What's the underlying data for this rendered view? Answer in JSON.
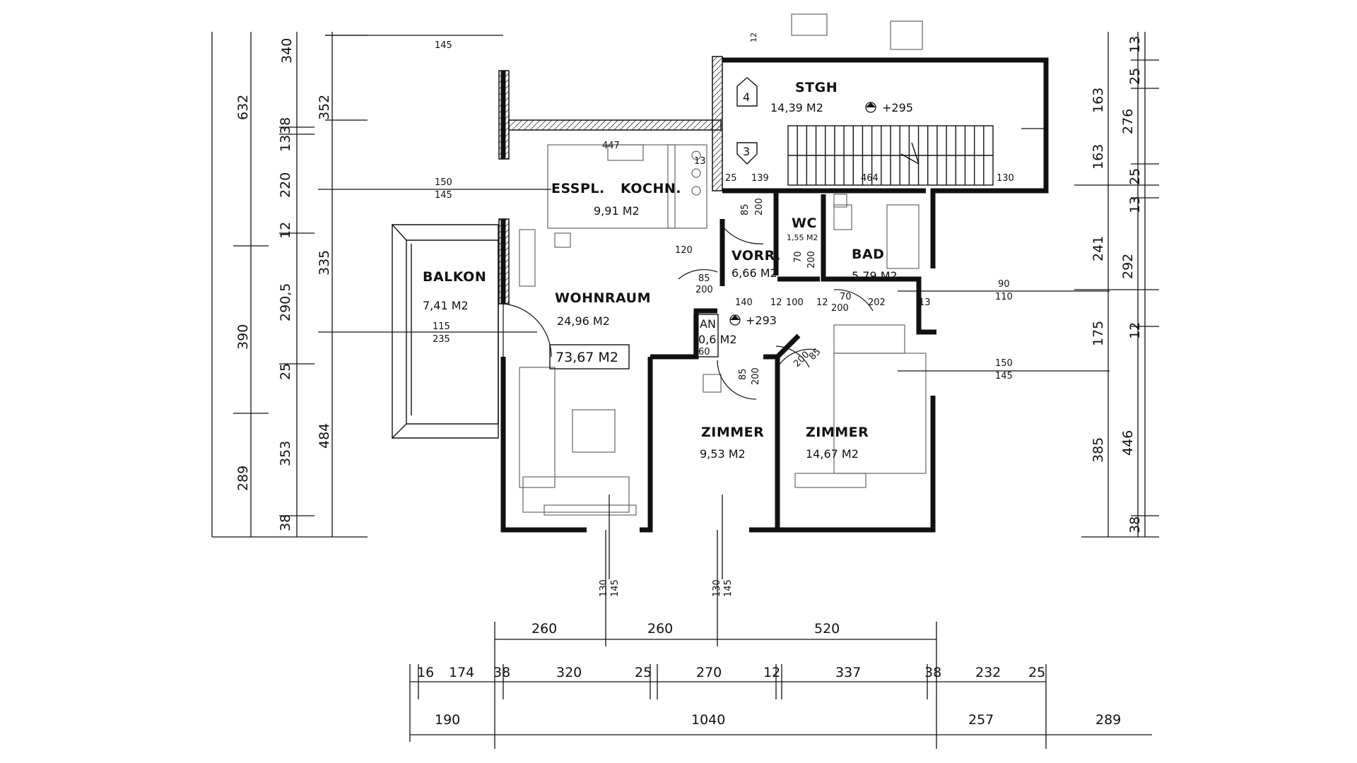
{
  "rooms": {
    "stgh": {
      "name": "STGH",
      "area": "14,39 M2",
      "level": "+295"
    },
    "esspl": {
      "name": "ESSPL.",
      "name2": "KOCHN.",
      "area": "9,91 M2"
    },
    "wohnraum": {
      "name": "WOHNRAUM",
      "area": "24,96 M2"
    },
    "total": {
      "area": "73,67 M2"
    },
    "balkon": {
      "name": "BALKON",
      "area": "7,41 M2"
    },
    "vorr": {
      "name": "VORR.",
      "area": "6,66 M2",
      "level": "+293"
    },
    "wc": {
      "name": "WC",
      "area": "1,55 M2"
    },
    "bad": {
      "name": "BAD",
      "area": "5,79 M2"
    },
    "an": {
      "name": "AN",
      "area": "0,6 M2"
    },
    "zimmer1": {
      "name": "ZIMMER",
      "area": "9,53 M2"
    },
    "zimmer2": {
      "name": "ZIMMER",
      "area": "14,67 M2"
    }
  },
  "stair_marks": {
    "upper": "4",
    "lower": "3"
  },
  "left_dims": {
    "col1": [
      "632",
      "390",
      "289"
    ],
    "col2": [
      "13",
      "38",
      "220",
      "12",
      "290,5",
      "25",
      "353",
      "38"
    ],
    "col3": [
      "340",
      "352",
      "335",
      "484"
    ]
  },
  "right_dims": {
    "col1": [
      "163",
      "241",
      "175",
      "385"
    ],
    "col2": [
      "163",
      "276",
      "292",
      "446"
    ],
    "col3": [
      "13",
      "25",
      "25",
      "13",
      "12",
      "38"
    ]
  },
  "bottom_dims": {
    "row1": [
      "260",
      "260",
      "520"
    ],
    "row2": [
      "16",
      "174",
      "38",
      "320",
      "25",
      "270",
      "12",
      "337",
      "38",
      "232",
      "25"
    ],
    "row3": [
      "190",
      "1040",
      "257",
      "289"
    ]
  },
  "window_labels": {
    "w_top": {
      "a": "145",
      "b": ""
    },
    "w_kitchen": {
      "a": "150",
      "b": "145"
    },
    "w_living": {
      "a": "115",
      "b": "235"
    },
    "w_bath": {
      "a": "90",
      "b": "110"
    },
    "w_room2": {
      "a": "150",
      "b": "145"
    },
    "w_bottom1": {
      "a": "130",
      "b": "145"
    },
    "w_bottom2": {
      "a": "130",
      "b": "145"
    }
  },
  "door_labels": {
    "d_wohn": {
      "a": "85",
      "b": "200"
    },
    "d_vorr": {
      "a": "85",
      "b": "200"
    },
    "d_wc": {
      "a": "70",
      "b": "200"
    },
    "d_bad": {
      "a": "70",
      "b": "200"
    },
    "d_z1": {
      "a": "85",
      "b": "200"
    },
    "d_z2": {
      "a": "85",
      "b": "200"
    }
  },
  "inner_dims": {
    "kitchen_top": "447",
    "kitchen_side": "13",
    "vorr_top_a": "25",
    "vorr_top_b": "139",
    "stair_mid": "464",
    "stair_right": "130",
    "kitchen_bottom": "120",
    "vorr_row": [
      "140",
      "12",
      "100",
      "12",
      "202",
      "13"
    ],
    "an_small": "60",
    "top_small": "12"
  }
}
